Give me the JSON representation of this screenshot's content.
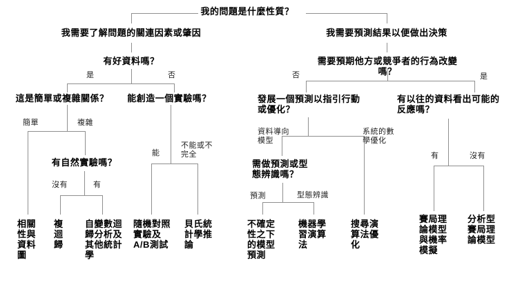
{
  "diagram": {
    "title": "我的問題是什麼性質？",
    "left_branch": {
      "root": "我需要了解問題的關連因素或肇因",
      "good_data_q": "有好資料嗎？",
      "yes": "是",
      "no": "否",
      "simple_complex_q": "這是簡單或複雜關係？",
      "simple": "簡單",
      "complex": "複雜",
      "natural_exp_q": "有自然實驗嗎？",
      "natural_no": "沒有",
      "natural_yes": "有",
      "create_exp_q": "能創造一個實驗嗎？",
      "can": "能",
      "cannot": [
        "不能或不",
        "完全"
      ],
      "leaves": {
        "correlation": [
          "相關",
          "性與",
          "資料",
          "圖"
        ],
        "multi_regression": [
          "複",
          "迴",
          "歸"
        ],
        "iv_regression": [
          "自變數迴",
          "歸分析及",
          "其他統計",
          "學"
        ],
        "rct_ab": [
          "隨機對照",
          "實驗及",
          "A/B測試"
        ],
        "bayesian": [
          "貝氏統",
          "計學推",
          "論"
        ]
      }
    },
    "right_branch": {
      "root": "我需要預測結果以便做出決策",
      "anticipate_q": "需要預期他方或競爭者的行為改變嗎？",
      "no": "否",
      "yes": "是",
      "develop_q": [
        "發展一個預測以指引行動",
        "或優化？"
      ],
      "data_driven": [
        "資料導向",
        "模型"
      ],
      "systematic": [
        "系統的數",
        "學優化"
      ],
      "forecast_pattern_q": [
        "需做預測或型",
        "態辨識嗎？"
      ],
      "forecast": "預測",
      "pattern": "型態辨識",
      "past_data_q": [
        "有以往的資料看出可能的",
        "反應嗎？"
      ],
      "past_yes": "有",
      "past_no": "沒有",
      "leaves": {
        "uncertainty_forecast": [
          "不確定",
          "性之下",
          "的模型",
          "預測"
        ],
        "machine_learning": [
          "機器學",
          "習演算",
          "法"
        ],
        "search_optimization": [
          "搜尋演",
          "算法優",
          "化"
        ],
        "game_theory_sim": [
          "賽局理",
          "論模型",
          "與機率",
          "模擬"
        ],
        "analytical_game_theory": [
          "分析型",
          "賽局理",
          "論模型"
        ]
      }
    }
  }
}
